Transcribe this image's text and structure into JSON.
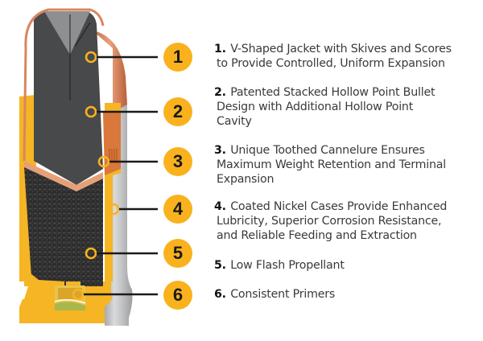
{
  "diagram": {
    "subject": "Cutaway of hollow point handgun cartridge",
    "accent_color": "#f9b21d",
    "callouts": [
      {
        "number": "1",
        "lines": [
          "V-Shaped Jacket with Skives and Scores",
          "to Provide Controlled, Uniform Expansion"
        ]
      },
      {
        "number": "2",
        "lines": [
          "Patented Stacked Hollow Point Bullet",
          "Design with Additional Hollow Point",
          "Cavity"
        ]
      },
      {
        "number": "3",
        "lines": [
          "Unique Toothed Cannelure Ensures",
          "Maximum Weight Retention and Terminal",
          "Expansion"
        ]
      },
      {
        "number": "4",
        "lines": [
          "Coated Nickel Cases Provide Enhanced",
          "Lubricity, Superior Corrosion Resistance,",
          "and Reliable Feeding and Extraction"
        ]
      },
      {
        "number": "5",
        "lines": [
          "Low Flash Propellant"
        ]
      },
      {
        "number": "6",
        "lines": [
          "Consistent Primers"
        ]
      }
    ]
  },
  "labels": {
    "num1": "1.",
    "num2": "2.",
    "num3": "3.",
    "num4": "4.",
    "num5": "5.",
    "num6": "6.",
    "badge1": "1",
    "badge2": "2",
    "badge3": "3",
    "badge4": "4",
    "badge5": "5",
    "badge6": "6"
  }
}
